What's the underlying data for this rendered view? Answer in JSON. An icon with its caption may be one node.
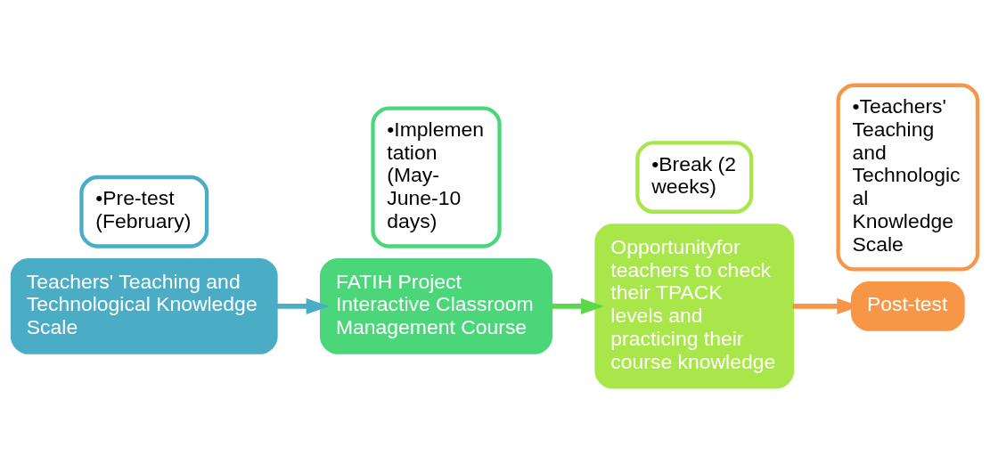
{
  "diagram": {
    "nodes": [
      {
        "text": [
          "Teachers' Teaching and Technological Knowledge Scale"
        ]
      },
      {
        "text": [
          "•Pre-test (February)"
        ]
      },
      {
        "text": [
          "FATIH Project Interactive Classroom Management Course"
        ]
      },
      {
        "text": [
          "•Implemen tation (May- June-10 days)"
        ]
      },
      {
        "text": [
          "Opportunityfor teachers to check their TPACK levels and practicing their course knowledge"
        ]
      },
      {
        "text": [
          "•Break (2 weeks)"
        ]
      },
      {
        "text": [
          "Post-test"
        ]
      },
      {
        "text": [
          "•Teachers' Teaching and Technologic al Knowledge Scale"
        ]
      }
    ],
    "edges": [
      {
        "from": 0,
        "to": 2,
        "arrow": "to",
        "color": "#4bacc6"
      },
      {
        "from": 2,
        "to": 4,
        "arrow": "to",
        "color": "#5ad84a"
      },
      {
        "from": 4,
        "to": 6,
        "arrow": "to",
        "color": "#f79646"
      }
    ]
  }
}
